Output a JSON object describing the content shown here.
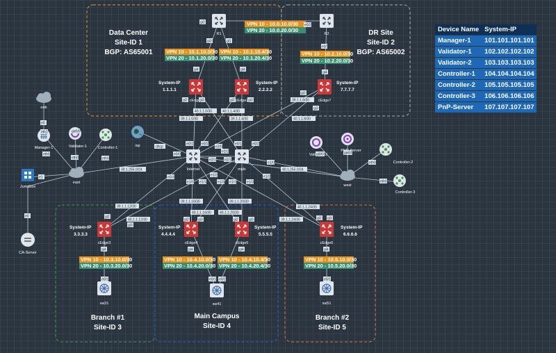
{
  "sites": {
    "dc": {
      "name": "Data Center",
      "site_id": "Site-ID 1",
      "bgp": "BGP: AS65001",
      "border": "#e0a028"
    },
    "dr": {
      "name": "DR Site",
      "site_id": "Site-ID 2",
      "bgp": "BGP: AS65002",
      "border": "#a8b0b8"
    },
    "b1": {
      "name": "Branch #1",
      "site_id": "Site-ID 3",
      "border": "#3a9a45"
    },
    "mc": {
      "name": "Main Campus",
      "site_id": "Site-ID 4",
      "border": "#2a58d8"
    },
    "b2": {
      "name": "Branch #2",
      "site_id": "Site-ID 5",
      "border": "#e07040"
    }
  },
  "device_table": {
    "headers": [
      "Device Name",
      "System-IP"
    ],
    "rows": [
      [
        "Manager-1",
        "101.101.101.101"
      ],
      [
        "Validator-1",
        "102.102.102.102"
      ],
      [
        "Validator-2",
        "103.103.103.103"
      ],
      [
        "Controller-1",
        "104.104.104.104"
      ],
      [
        "Controller-2",
        "105.105.105.105"
      ],
      [
        "Controller-3",
        "106.106.106.106"
      ],
      [
        "PnP-Server",
        "107.107.107.107"
      ]
    ]
  },
  "colors": {
    "vpn10": "#e8901a",
    "vpn20": "#3a8f72",
    "router_red": "#c83a3a",
    "router_gray": "#dfe5ea"
  },
  "devices": {
    "r1": "R1",
    "r2": "R2",
    "isp": "isp",
    "internet": "Internet",
    "mpls": "mpls",
    "cedge1": "cEdge1",
    "cedge2": "cEdge2",
    "cedge7": "cEdge7",
    "cedge3": "cEdge3",
    "cedge4": "cEdge4",
    "cedge5": "cEdge5",
    "cedge6": "cEdge6",
    "sw31": "sw31",
    "sw41": "sw41",
    "sw51": "sw51",
    "east": "east",
    "west": "west",
    "oob": "oob",
    "manager1": "Manager-1",
    "validator1": "Validator-1",
    "controller1": "Controller-1",
    "validator2": "Validator-2",
    "pnp": "PNP-Server",
    "controller2": "Controller-2",
    "controller3": "Controller-3",
    "jumpbox": "Jumpbox",
    "ca": "CA-Server"
  },
  "system_ip_label": "System-IP",
  "system_ips": {
    "cedge1": "1.1.1.1",
    "cedge2": "2.2.2.2",
    "cedge7": "7.7.7.7",
    "cedge3": "3.3.3.3",
    "cedge4": "4.4.4.4",
    "cedge5": "5.5.5.5",
    "cedge6": "6.6.6.6"
  },
  "vpn_labels": {
    "r1_top_10": "VPN 10 - 10.0.10.0/30",
    "r1_top_20": "VPN 20 - 10.0.20.0/30",
    "ce1_10": "VPN 10 - 10.1.10.0/30",
    "ce1_20": "VPN 20 - 10.1.20.0/30",
    "ce2_10": "VPN 10 - 10.1.10.4/30",
    "ce2_20": "VPN 20 - 10.1.20.4/30",
    "ce7_10": "VPN 10 - 10.2.10.0/30",
    "ce7_20": "VPN 20 - 10.2.20.0/30",
    "ce3_10": "VPN 10 - 10.3.10.0/30",
    "ce3_20": "VPN 20 - 10.3.20.0/30",
    "ce4_10": "VPN 10 - 10.4.10.0/30",
    "ce4_20": "VPN 20 - 10.4.20.0/30",
    "ce5_10": "VPN 10 - 10.4.10.4/30",
    "ce5_20": "VPN 20 - 10.4.20.4/30",
    "ce6_10": "VPN 10 - 10.5.10.0/30",
    "ce6_20": "VPN 20 - 10.5.20.0/30"
  },
  "subnets": {
    "s1": "40.1.1.0/30",
    "s2": "40.1.1.4/30",
    "s3": "39.1.1.0/30",
    "s4": "39.1.1.4/30",
    "s5": "39.1.1.8/30",
    "s6": "40.1.1.8/30",
    "s7": "39.1.255.0/24",
    "s8": "40.1.255.0/24",
    "s9": "39.1.1.12/30",
    "s10": "40.1.1.12/30",
    "s11": "39.1.1.16/30",
    "s12": "40.1.1.16/30",
    "s13": "39.1.1.20/30",
    "s14": "40.1.1.20/30",
    "s15": "40.1.1.24/30",
    "s16": "39.1.1.24/30",
    "dhcp": "dhcp"
  },
  "ifaces": {
    "gi2": "gi2",
    "gi1": "gi1",
    "gi3": "gi3",
    "gi4": "gi4",
    "e0_0": "e0/0",
    "e0_1": "e0/1",
    "e0_2": "e0/2",
    "e0_3": "e0/3",
    "e1_0": "e1/0",
    "e1_1": "e1/1",
    "e1_2": "e1/2",
    "e1_3": "e1/3",
    "e2_0": "e2/0",
    "e2_1": "e2/1",
    "e2_2": "e2/2",
    "eth0": "eth0",
    "eth1": "eth1",
    "e0": "e0",
    "e1": "e1",
    "ge0_0": "ge0/0",
    "gi0_0": "gi0/0"
  }
}
